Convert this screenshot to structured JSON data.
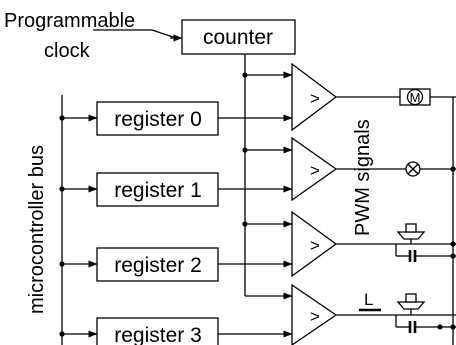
{
  "clock": {
    "line1": "Programmable",
    "line2": "clock"
  },
  "counter": {
    "label": "counter"
  },
  "bus": {
    "label": "microcontroller bus"
  },
  "registers": [
    {
      "label": "register 0"
    },
    {
      "label": "register 1"
    },
    {
      "label": "register 2"
    },
    {
      "label": "register 3"
    }
  ],
  "comparators": [
    {
      "symbol": ">"
    },
    {
      "symbol": ">"
    },
    {
      "symbol": ">"
    },
    {
      "symbol": ">"
    }
  ],
  "signals": {
    "label": "PWM  signals"
  },
  "loads": [
    {
      "symbol": "M",
      "kind": "motor-icon"
    },
    {
      "kind": "lamp-icon"
    },
    {
      "kind": "speaker-icon"
    },
    {
      "kind": "speaker-icon"
    }
  ],
  "switch": {
    "symbol": "L"
  }
}
